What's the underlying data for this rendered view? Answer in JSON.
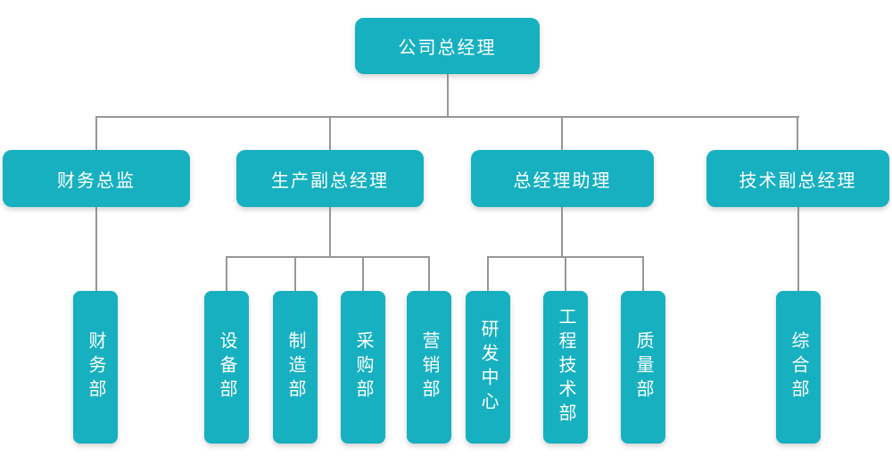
{
  "org": {
    "root": {
      "label": "公司总经理"
    },
    "branches": [
      {
        "label": "财务总监",
        "children": [
          {
            "label": "财务部"
          }
        ]
      },
      {
        "label": "生产副总经理",
        "children": [
          {
            "label": "设备部"
          },
          {
            "label": "制造部"
          },
          {
            "label": "采购部"
          },
          {
            "label": "营销部"
          }
        ]
      },
      {
        "label": "总经理助理",
        "children": [
          {
            "label": "研发中心"
          },
          {
            "label": "工程技术部"
          },
          {
            "label": "质量部"
          }
        ]
      },
      {
        "label": "技术副总经理",
        "children": [
          {
            "label": "综合部"
          }
        ]
      }
    ]
  },
  "colors": {
    "node_fill": "#17b0c0",
    "node_text": "#ffffff",
    "connector": "#979797",
    "background": "#ffffff"
  }
}
